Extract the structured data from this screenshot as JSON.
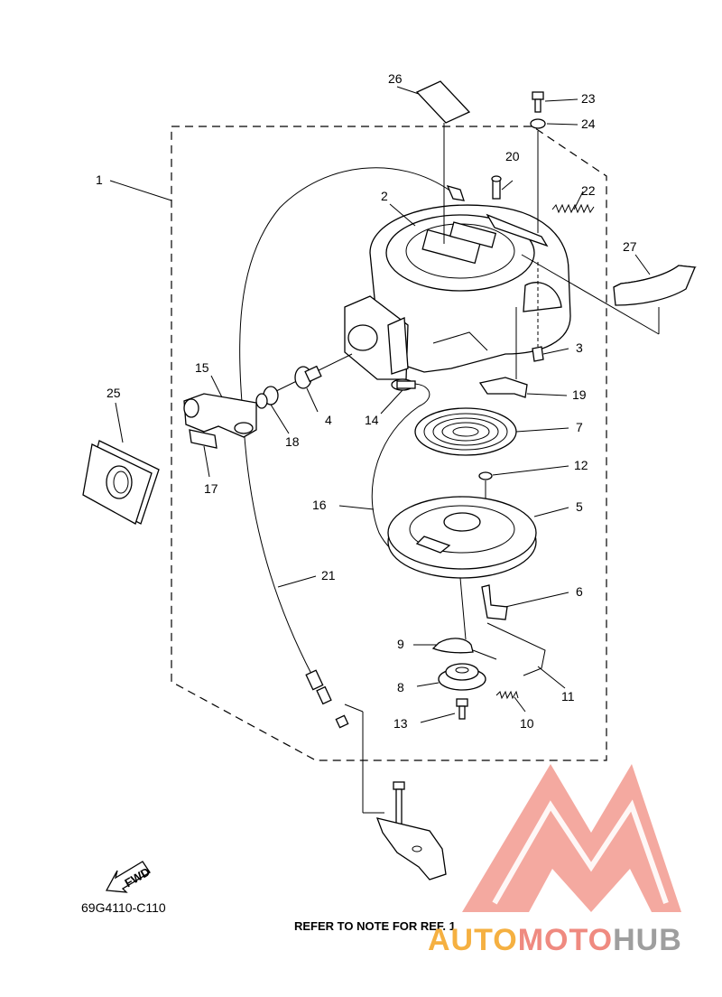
{
  "parts": [
    {
      "ref": "1"
    },
    {
      "ref": "2"
    },
    {
      "ref": "3"
    },
    {
      "ref": "4"
    },
    {
      "ref": "5"
    },
    {
      "ref": "6"
    },
    {
      "ref": "7"
    },
    {
      "ref": "8"
    },
    {
      "ref": "9"
    },
    {
      "ref": "10"
    },
    {
      "ref": "11"
    },
    {
      "ref": "12"
    },
    {
      "ref": "13"
    },
    {
      "ref": "14"
    },
    {
      "ref": "15"
    },
    {
      "ref": "16"
    },
    {
      "ref": "17"
    },
    {
      "ref": "18"
    },
    {
      "ref": "19"
    },
    {
      "ref": "20"
    },
    {
      "ref": "21"
    },
    {
      "ref": "22"
    },
    {
      "ref": "23"
    },
    {
      "ref": "24"
    },
    {
      "ref": "25"
    },
    {
      "ref": "26"
    },
    {
      "ref": "27"
    }
  ],
  "fwd_label": "FWD",
  "diagram_code": "69G4110-C110",
  "note": "REFER TO NOTE FOR REF. 1",
  "watermark": {
    "part1": "AUTO",
    "part2": "MOTO",
    "part3": "HUB",
    "color_orange": "#f5b041",
    "color_red": "#ef8a80",
    "color_gray": "#9e9e9e"
  }
}
